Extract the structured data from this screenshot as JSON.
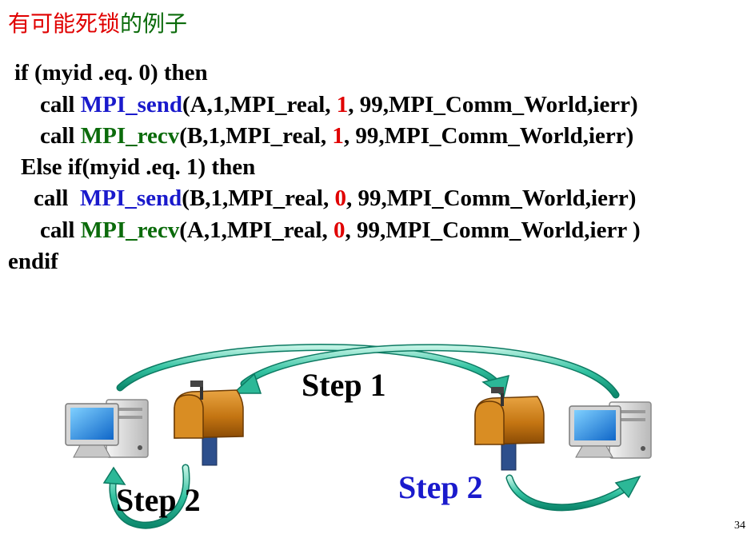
{
  "title": {
    "part1": "有可能死锁",
    "part2": "的例子"
  },
  "code": {
    "l1": "if (myid .eq. 0) then",
    "l2": {
      "kw": "call ",
      "fn": "MPI_send",
      "a": "(A,1,MPI_real, ",
      "n": "1",
      "b": ", 99,MPI_Comm_World,ierr)"
    },
    "l3": {
      "kw": "call ",
      "fn": "MPI_recv",
      "a": "(B,1,MPI_real, ",
      "n": "1",
      "b": ", 99,MPI_Comm_World,ierr)"
    },
    "l4": "Else if(myid .eq. 1) then",
    "l5": {
      "kw": "call  ",
      "fn": "MPI_send",
      "a": "(B,1,MPI_real, ",
      "n": "0",
      "b": ", 99,MPI_Comm_World,ierr)"
    },
    "l6": {
      "kw": "call ",
      "fn": "MPI_recv",
      "a": "(A,1,MPI_real, ",
      "n": "0",
      "b": ", 99,MPI_Comm_World,ierr )"
    },
    "l7": "endif"
  },
  "diagram": {
    "step1": "Step 1",
    "step2_left": "Step 2",
    "step2_right": "Step 2"
  },
  "page_number": "34",
  "colors": {
    "title_red": "#e00000",
    "title_green": "#0b6b0b",
    "send_blue": "#1a1acc",
    "recv_green": "#0b6b0b",
    "rank_red": "#e00000",
    "arrow_teal": "#11a38a",
    "mailbox_orange": "#c8790f"
  }
}
